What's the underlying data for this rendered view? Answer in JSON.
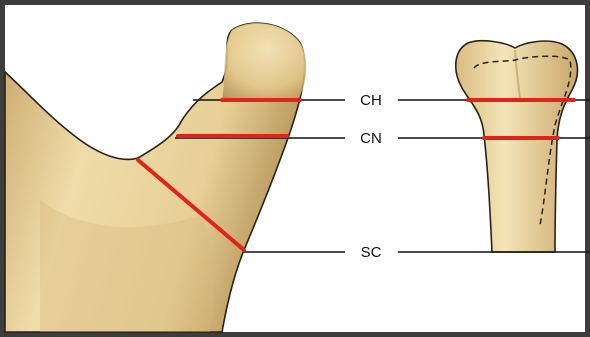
{
  "diagram": {
    "labels": {
      "condylar_head": "CH",
      "condylar_neck": "CN",
      "subcondylar": "SC"
    },
    "colors": {
      "fracture_line": "#e2231a",
      "bone_light": "#f3e2b3",
      "bone_mid": "#e0c283",
      "bone_dark": "#b9965a",
      "outline": "#2a2218",
      "leader_line": "#111111",
      "border": "#3d3d3d"
    }
  }
}
